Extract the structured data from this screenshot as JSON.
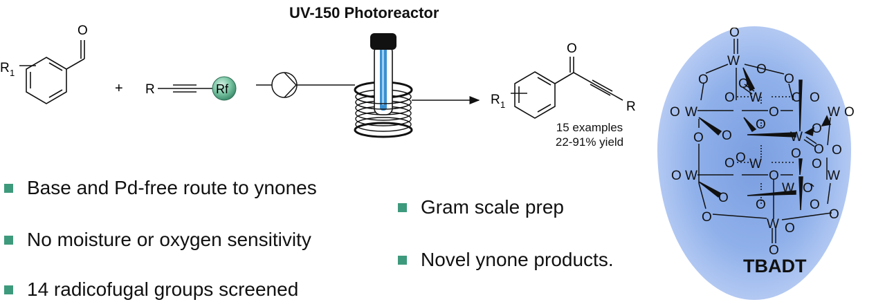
{
  "header": {
    "title": "UV-150 Photoreactor"
  },
  "reactants": {
    "aldehyde": {
      "substituent": "R",
      "subscript": "1",
      "carbonyl_atom": "O"
    },
    "plus": "+",
    "alkyne": {
      "substituent": "R",
      "leaving_group": "Rf"
    }
  },
  "product": {
    "substituent": "R",
    "subscript": "1",
    "carbonyl_atom": "O",
    "alkyne_substituent": "R",
    "examples": "15 examples",
    "yield": "22-91% yield"
  },
  "catalyst": {
    "label": "TBADT",
    "atom_w": "W",
    "atom_o": "O"
  },
  "bullets_left": [
    "Base and Pd-free route to ynones",
    "No moisture or oxygen sensitivity",
    "14 radicofugal groups screened"
  ],
  "bullets_right": [
    "Gram scale prep",
    "Novel ynone products."
  ],
  "colors": {
    "bullet": "#3e9a7c",
    "rf_sphere": "#7cc7a6",
    "lamp": "#3a8fd0",
    "catalyst_glow": "#8fb0ea"
  }
}
